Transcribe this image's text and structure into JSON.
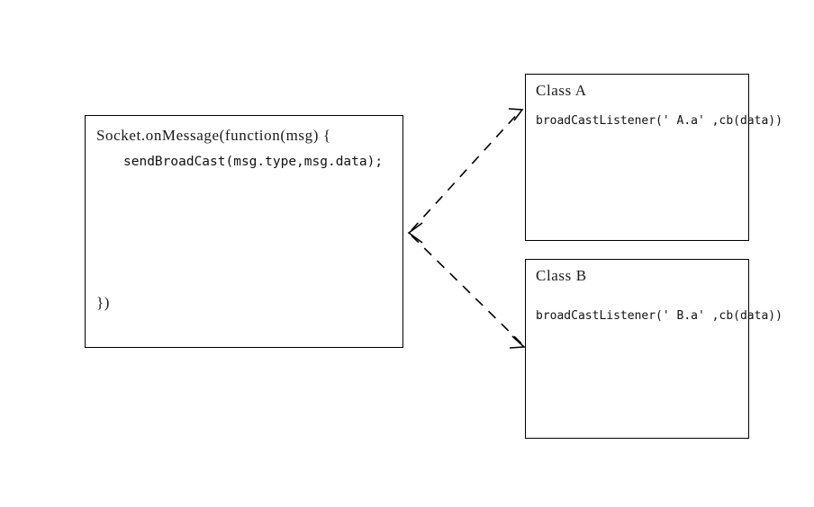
{
  "diagram": {
    "title": "Socket broadcast to class listeners",
    "background_color": "#ffffff",
    "stroke_color": "#000000",
    "line_style": "dashed"
  },
  "source_box": {
    "name": "socket-on-message-block",
    "lines": {
      "open": "Socket.onMessage(function(msg) {",
      "call": "sendBroadCast(msg.type,msg.data);",
      "close": "})"
    }
  },
  "class_boxes": [
    {
      "name": "class-a",
      "title": "Class A",
      "listener": "broadCastListener(' A.a' ,cb(data))"
    },
    {
      "name": "class-b",
      "title": "Class B",
      "listener": "broadCastListener(' B.a' ,cb(data))"
    }
  ],
  "connectors": [
    {
      "name": "connector-to-class-a",
      "from": "socket-on-message-block",
      "to": "class-a",
      "style": "dashed",
      "arrowhead": "both"
    },
    {
      "name": "connector-to-class-b",
      "from": "socket-on-message-block",
      "to": "class-b",
      "style": "dashed",
      "arrowhead": "end"
    }
  ]
}
